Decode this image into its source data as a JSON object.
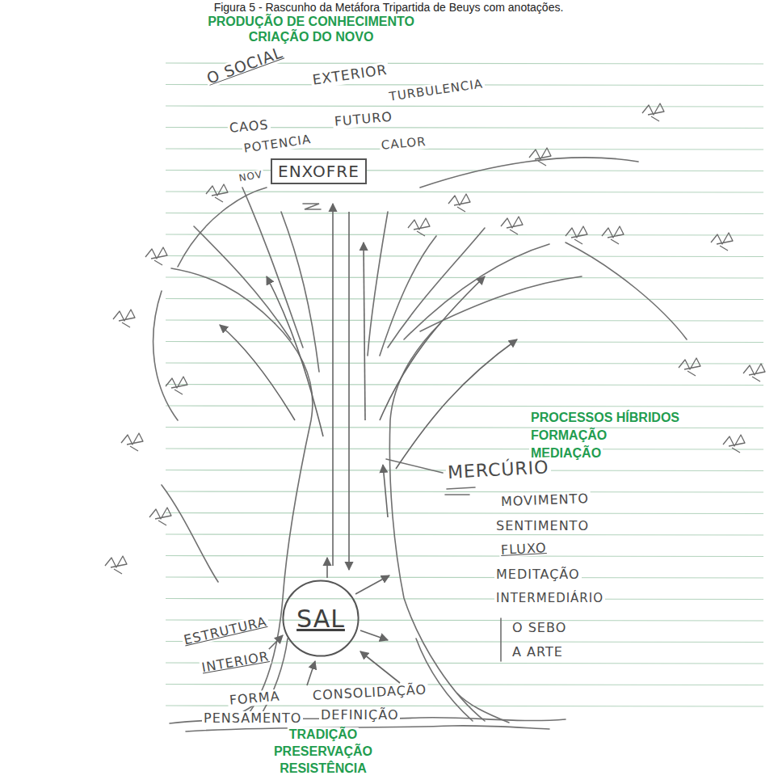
{
  "diagram": {
    "title": "Figura 5 - Rascunho da Metáfora Tripartida de Beuys com anotações.",
    "nodes": [
      {
        "text": [
          "ENXOFRE"
        ]
      },
      {
        "text": [
          "SAL"
        ]
      }
    ],
    "labels": [
      "PRODUÇÃO DE CONHECIMENTO",
      "CRIAÇÃO DO NOVO",
      "O SOCIAL",
      "EXTERIOR",
      "TURBULENCIA",
      "CAOS",
      "POTENCIA",
      "FUTURO",
      "CALOR",
      "NOV",
      "PROCESSOS HÍBRIDOS",
      "FORMAÇÃO",
      "MEDIAÇÃO",
      "MERCÚRIO",
      "MOVIMENTO",
      "SENTIMENTO",
      "FLUXO",
      "MEDITAÇÃO",
      "INTERMEDIÁRIO",
      "O SEBO",
      "A ARTE",
      "ESTRUTURA",
      "INTERIOR",
      "FORMA",
      "CONSOLIDAÇÃO",
      "PENSAMENTO",
      "DEFINIÇÃO",
      "TRADIÇÃO",
      "PRESERVAÇÃO",
      "RESISTÊNCIA"
    ]
  }
}
